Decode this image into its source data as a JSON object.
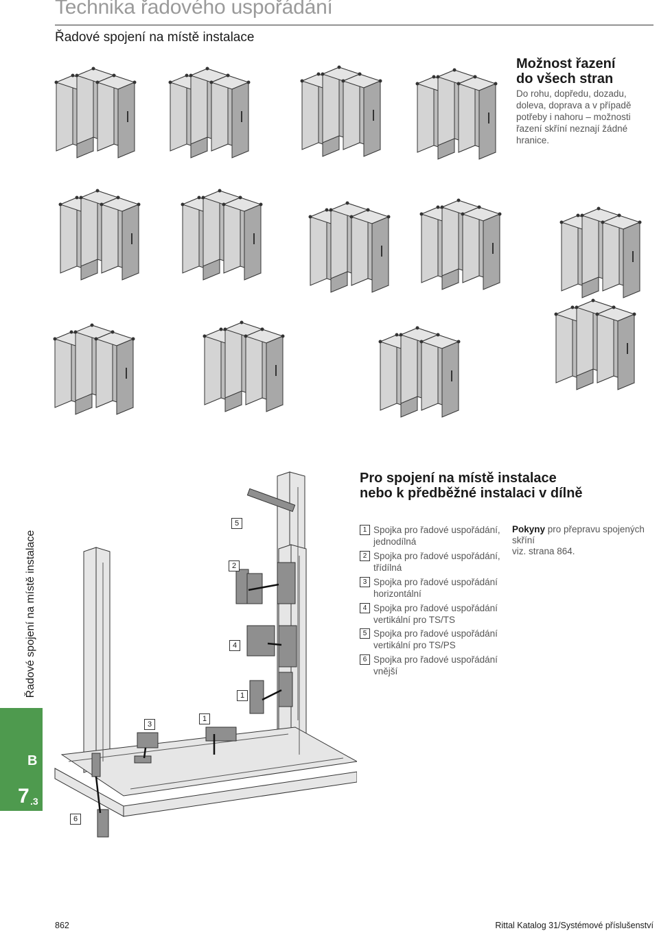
{
  "header": {
    "title": "Technika řadového uspořádání",
    "subtitle": "Řadové spojení na místě instalace"
  },
  "feature": {
    "heading_line1": "Možnost řazení",
    "heading_line2": "do všech stran",
    "text": "Do rohu, dopředu, dozadu, doleva, doprava a v případě potřeby i nahoru – možnosti řazení skříní neznají žádné hranice."
  },
  "connection": {
    "heading_line1": "Pro spojení na místě instalace",
    "heading_line2": "nebo k předběžné instalaci v dílně"
  },
  "legend": [
    {
      "num": "1",
      "text": "Spojka pro řadové uspořádání, jednodílná"
    },
    {
      "num": "2",
      "text": "Spojka pro řadové uspořádání, třídílná"
    },
    {
      "num": "3",
      "text": "Spojka pro řadové uspořádání horizontální"
    },
    {
      "num": "4",
      "text": "Spojka pro řadové uspořádání vertikální pro TS/TS"
    },
    {
      "num": "5",
      "text": "Spojka pro řadové uspořádání vertikální pro TS/PS"
    },
    {
      "num": "6",
      "text": "Spojka pro řadové uspořádání vnější"
    }
  ],
  "note": {
    "bold": "Pokyny",
    "rest": " pro přepravu spojených skříní",
    "ref": "viz. strana 864."
  },
  "callouts": [
    "5",
    "2",
    "4",
    "1",
    "3",
    "1",
    "6"
  ],
  "side_tab": {
    "label": "Řadové spojení na místě instalace",
    "letter": "B",
    "number": "7",
    "sub": ".3"
  },
  "footer": {
    "page": "862",
    "catalog": "Rittal Katalog 31/Systémové příslušenství"
  },
  "colors": {
    "tab_green": "#4e9a4e",
    "cabinet_fill": "#c9c9c9",
    "cabinet_dark": "#9e9e9e",
    "line": "#333333"
  }
}
